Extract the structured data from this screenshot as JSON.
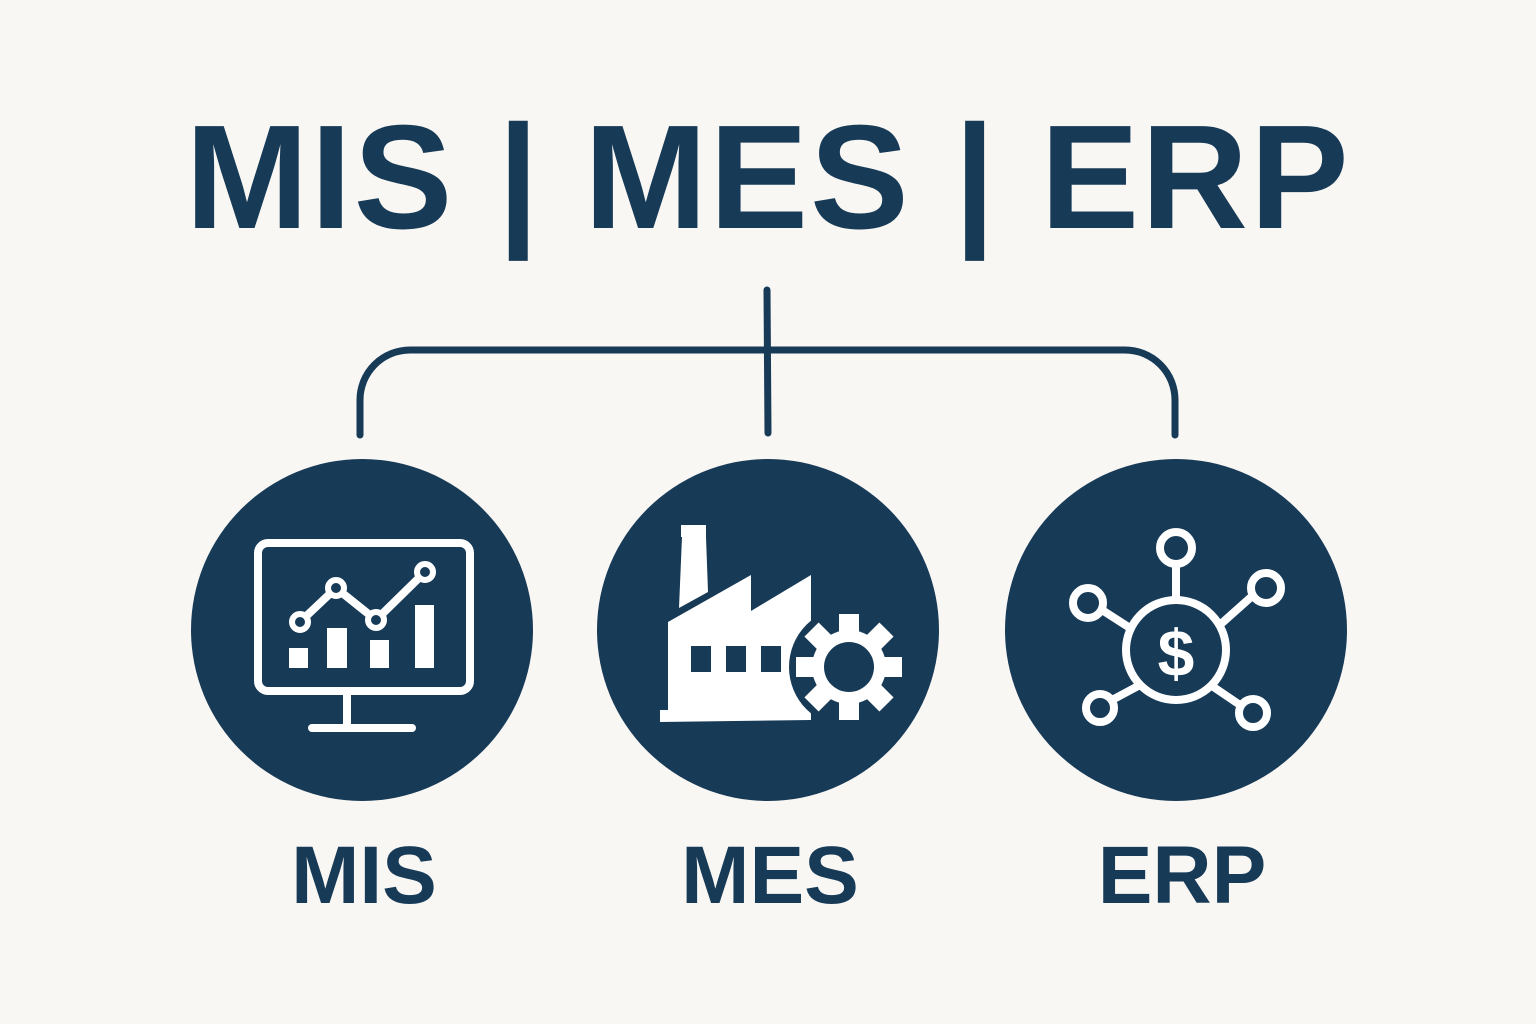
{
  "title": "MIS | MES | ERP",
  "colors": {
    "navy": "#173a57",
    "background": "#f8f7f4",
    "icon": "#ffffff"
  },
  "nodes": [
    {
      "label": "MIS",
      "icon": "monitor-chart-icon"
    },
    {
      "label": "MES",
      "icon": "factory-gear-icon"
    },
    {
      "label": "ERP",
      "icon": "dollar-network-icon"
    }
  ]
}
